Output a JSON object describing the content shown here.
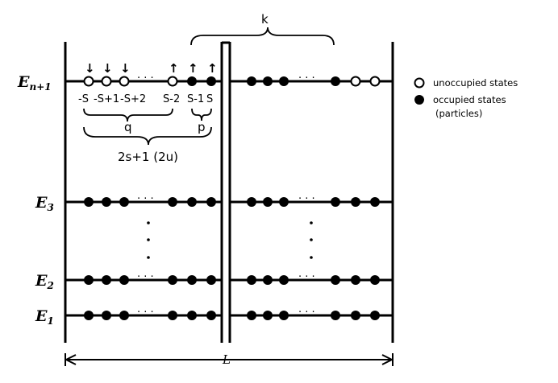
{
  "levels": [
    {
      "name": "E",
      "sub": "n+1"
    },
    {
      "name": "E",
      "sub": "3"
    },
    {
      "name": "E",
      "sub": "2"
    },
    {
      "name": "E",
      "sub": "1"
    }
  ],
  "site_labels": [
    "-S",
    "-S+1",
    "-S+2",
    "S-2",
    "S-1",
    "S"
  ],
  "ellipsis": ". . .",
  "brace_labels": {
    "k": "k",
    "q": "q",
    "p": "p",
    "total": "2s+1 (2u)"
  },
  "spin_arrows": {
    "down": "↓",
    "up": "↑"
  },
  "length_label": "L",
  "legend": {
    "unoccupied": "unoccupied states",
    "occupied": "occupied states",
    "occupied_note": "(particles)"
  },
  "colors": {
    "ink": "#000000",
    "background": "#ffffff"
  }
}
